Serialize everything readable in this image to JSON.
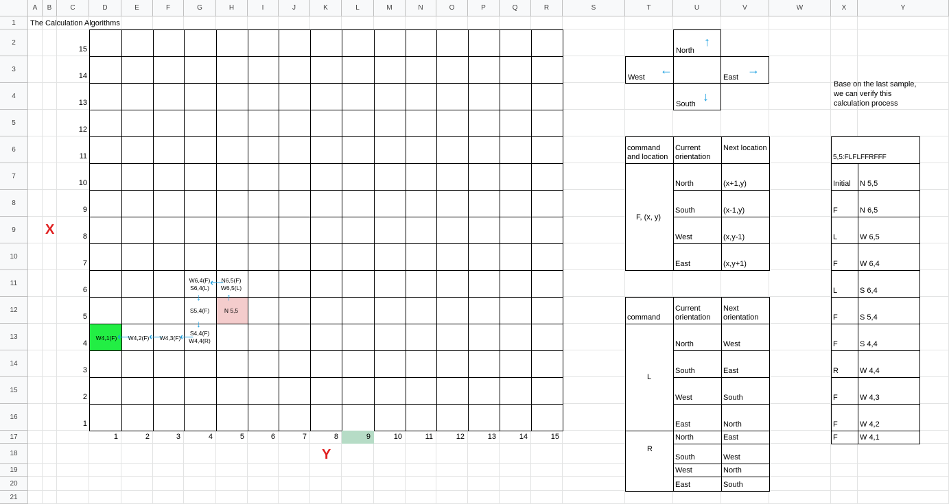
{
  "col_headers": [
    "A",
    "B",
    "C",
    "D",
    "E",
    "F",
    "G",
    "H",
    "I",
    "J",
    "K",
    "L",
    "M",
    "N",
    "O",
    "P",
    "Q",
    "R",
    "S",
    "T",
    "U",
    "V",
    "W",
    "X",
    "Y"
  ],
  "row_headers": [
    "1",
    "2",
    "3",
    "4",
    "5",
    "6",
    "7",
    "8",
    "9",
    "10",
    "11",
    "12",
    "13",
    "14",
    "15",
    "16",
    "17",
    "18",
    "19",
    "20",
    "21"
  ],
  "title": "The Calculation Algorithms",
  "grid": {
    "x_labels": [
      "15",
      "14",
      "13",
      "12",
      "11",
      "10",
      "9",
      "8",
      "7",
      "6",
      "5",
      "4",
      "3",
      "2",
      "1"
    ],
    "y_labels": [
      "1",
      "2",
      "3",
      "4",
      "5",
      "6",
      "7",
      "8",
      "9",
      "10",
      "11",
      "12",
      "13",
      "14",
      "15"
    ],
    "x_axis_letter": "X",
    "y_axis_letter": "Y",
    "cells": {
      "w41": "W4,1(F)",
      "w42": "W4,2(F)",
      "w43": "W4,3(F)",
      "s54": "S5,4(F)",
      "s44_a": "S4,4(F)",
      "s44_b": "W4,4(R)",
      "w64_a": "W6,4(F)",
      "w64_b": "S6,4(L)",
      "n65_a": "N6,5(F)",
      "n65_b": "W6,5(L)",
      "n55": "N 5,5"
    },
    "colors": {
      "start": "#22ee44",
      "initial": "#f4cccc",
      "highlight_y9": "#b6dcc6"
    }
  },
  "compass": {
    "north": "North",
    "west": "West",
    "east": "East",
    "south": "South"
  },
  "note": "Base on the last sample, we can verify this calculation process",
  "table_f": {
    "h1": "command and location",
    "h2": "Current orientation",
    "h3": "Next location",
    "cmd": "F, (x, y)",
    "rows": [
      {
        "orient": "North",
        "next": "(x+1,y)"
      },
      {
        "orient": "South",
        "next": "(x-1,y)"
      },
      {
        "orient": "West",
        "next": "(x,y-1)"
      },
      {
        "orient": "East",
        "next": "(x,y+1)"
      }
    ]
  },
  "table_lr": {
    "h1": "command",
    "h2": "Current orientation",
    "h3": "Next orientation",
    "l": "L",
    "r": "R",
    "l_rows": [
      {
        "orient": "North",
        "next": "West"
      },
      {
        "orient": "South",
        "next": "East"
      },
      {
        "orient": "West",
        "next": "South"
      },
      {
        "orient": "East",
        "next": "North"
      }
    ],
    "r_rows": [
      {
        "orient": "North",
        "next": "East"
      },
      {
        "orient": "South",
        "next": "West"
      },
      {
        "orient": "West",
        "next": "North"
      },
      {
        "orient": "East",
        "next": "South"
      }
    ]
  },
  "verify": {
    "header": "5,5:FLFLFFRFFF",
    "rows": [
      {
        "cmd": "Initial",
        "pos": "N 5,5"
      },
      {
        "cmd": "F",
        "pos": "N 6,5"
      },
      {
        "cmd": "L",
        "pos": "W 6,5"
      },
      {
        "cmd": "F",
        "pos": "W 6,4"
      },
      {
        "cmd": "L",
        "pos": "S 6,4"
      },
      {
        "cmd": "F",
        "pos": "S 5,4"
      },
      {
        "cmd": "F",
        "pos": "S 4,4"
      },
      {
        "cmd": "R",
        "pos": "W 4,4"
      },
      {
        "cmd": "F",
        "pos": "W 4,3"
      },
      {
        "cmd": "F",
        "pos": "W 4,2"
      },
      {
        "cmd": "F",
        "pos": "W 4,1"
      }
    ]
  }
}
